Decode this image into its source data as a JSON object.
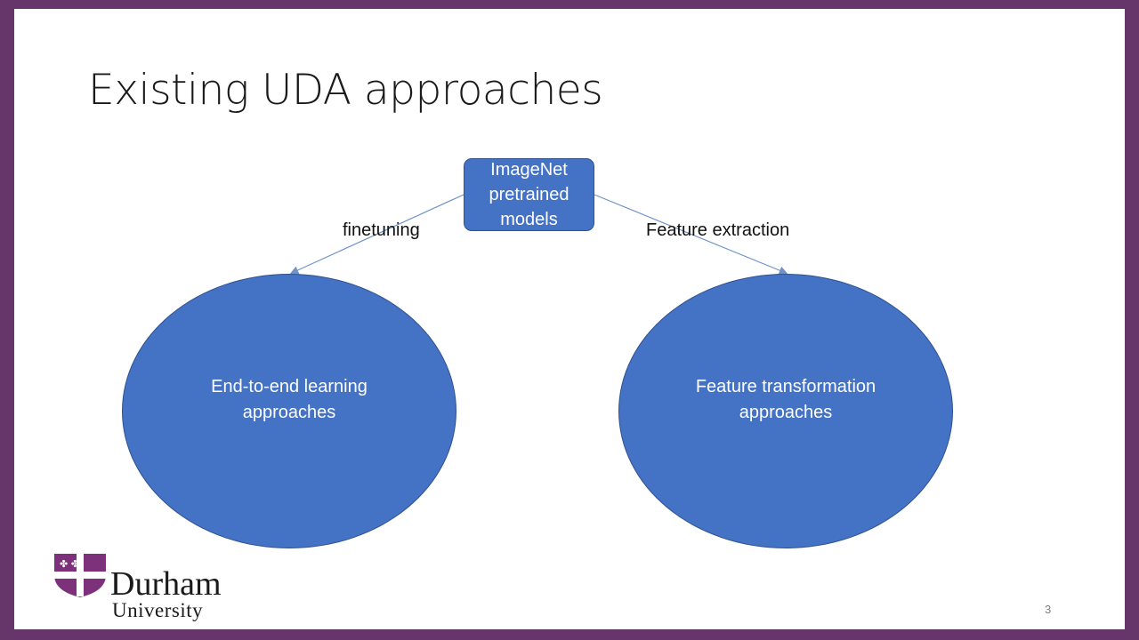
{
  "slide": {
    "title": "Existing UDA approaches",
    "page_number": "3"
  },
  "diagram": {
    "root": {
      "lines": [
        "ImageNet",
        "pretrained",
        "models"
      ]
    },
    "edges": [
      {
        "label": "finetuning"
      },
      {
        "label": "Feature extraction"
      }
    ],
    "nodes": [
      {
        "lines": [
          "End-to-end learning",
          "approaches"
        ]
      },
      {
        "lines": [
          "Feature transformation",
          "approaches"
        ]
      }
    ]
  },
  "logo": {
    "name": "Durham",
    "sub": "University",
    "shield_color": "#7e317b"
  },
  "colors": {
    "frame": "#66366b",
    "shape_fill": "#4472c4",
    "shape_border": "#2f528f",
    "connector": "#6f93c8"
  }
}
